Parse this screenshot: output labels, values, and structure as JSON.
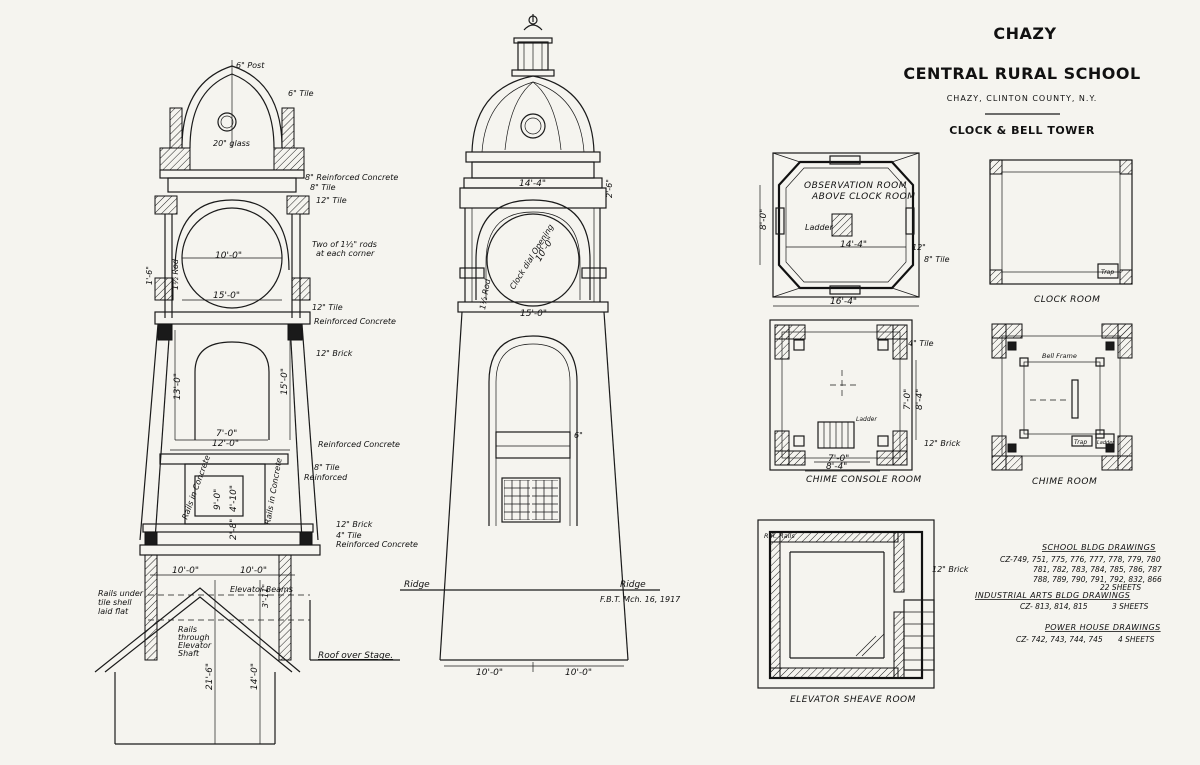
{
  "title": {
    "line1": "CHAZY",
    "line2": "CENTRAL RURAL SCHOOL",
    "location": "CHAZY, CLINTON COUNTY, N.Y.",
    "subject": "CLOCK & BELL TOWER"
  },
  "section_view": {
    "labels": {
      "post": "6\" Post",
      "tile_top": "6\" Tile",
      "glass": "20\" glass",
      "reinf_conc_8": "8\" Reinforced Concrete",
      "tile_8": "8\" Tile",
      "tile_12a": "12\" Tile",
      "rods": "Two of 1½\" rods",
      "rods2": "at each corner",
      "rod_left": "1½ Rod",
      "tile_12b": "12\" Tile",
      "reinf_conc_a": "Reinforced Concrete",
      "brick_12a": "12\" Brick",
      "reinf_conc_b": "Reinforced Concrete",
      "tile_8b": "8\" Tile",
      "reinforced": "Reinforced",
      "rails_conc_l": "Rails in Concrete",
      "rails_conc_r": "Rails in Concrete",
      "brick_12b": "12\" Brick",
      "tile_4": "4\" Tile",
      "reinf_conc_c": "Reinforced Concrete",
      "elevator_beams": "Elevator Beams",
      "rails_under": "Rails under",
      "rails_under2": "tile shell",
      "rails_under3": "laid flat",
      "rails_through": "Rails",
      "rails_through2": "through",
      "rails_through3": "Elevator",
      "rails_through4": "Shaft",
      "roof_stage": "Roof over Stage."
    },
    "dims": {
      "d10": "10'-0\"",
      "d15": "15'-0\"",
      "d13": "13'-0\"",
      "d15v": "15'-0\"",
      "d7": "7'-0\"",
      "d12": "12'-0\"",
      "d9": "9'-0\"",
      "d4_10": "4'-10\"",
      "d2_8": "2'-8\"",
      "b10l": "10'-0\"",
      "b10r": "10'-0\"",
      "d21_6": "21'-6\"",
      "d14": "14'-0\"",
      "d3_11": "3'-11\"",
      "d1_6": "1'-6\""
    }
  },
  "elevation_view": {
    "labels": {
      "d14_4": "14'-4\"",
      "d2_6": "2'-6\"",
      "clock_dial": "Clock dial Opening",
      "d10": "10'-0\"",
      "d15": "15'-0\"",
      "rod": "1½ Rod",
      "ridge_l": "Ridge",
      "ridge_r": "Ridge",
      "d6": "6\"",
      "signed": "F.B.T. Mch. 16, 1917",
      "b10l": "10'-0\"",
      "b10r": "10'-0\""
    }
  },
  "plans": {
    "observation": {
      "note1": "OBSERVATION ROOM",
      "note2": "ABOVE CLOCK ROOM",
      "ladder": "Ladder",
      "d14_4": "14'-4\"",
      "d8_0": "8'-0\"",
      "tile8": "8\" Tile",
      "d16_4": "16'-4\"",
      "d12": "12\""
    },
    "clock_room": {
      "caption": "CLOCK ROOM",
      "trap": "Trap"
    },
    "chime_console": {
      "caption": "CHIME CONSOLE ROOM",
      "tile4": "4\" Tile",
      "brick12": "12\" Brick",
      "ladder": "Ladder",
      "d7": "7'-0\"",
      "d8_4": "8'-4\"",
      "d7v": "7'-0\"",
      "d8_4v": "8'-4\""
    },
    "chime_room": {
      "caption": "CHIME ROOM",
      "frame": "Bell Frame",
      "trap": "Trap",
      "ladder": "Ladder"
    },
    "elevator_sheave": {
      "caption": "ELEVATOR SHEAVE ROOM",
      "rr": "R.R. Rails",
      "brick12": "12\" Brick"
    }
  },
  "references": {
    "school_head": "SCHOOL BLDG DRAWINGS",
    "school_l1": "CZ-749, 751, 775, 776, 777, 778, 779, 780",
    "school_l2": "781, 782, 783, 784, 785, 786, 787",
    "school_l3": "788, 789, 790, 791, 792, 832, 866",
    "school_l4": "22 SHEETS",
    "ind_head": "INDUSTRIAL ARTS BLDG DRAWINGS",
    "ind_l1": "CZ- 813, 814, 815",
    "ind_l2": "3 SHEETS",
    "power_head": "POWER HOUSE DRAWINGS",
    "power_l1": "CZ- 742, 743, 744, 745",
    "power_l2": "4 SHEETS"
  }
}
